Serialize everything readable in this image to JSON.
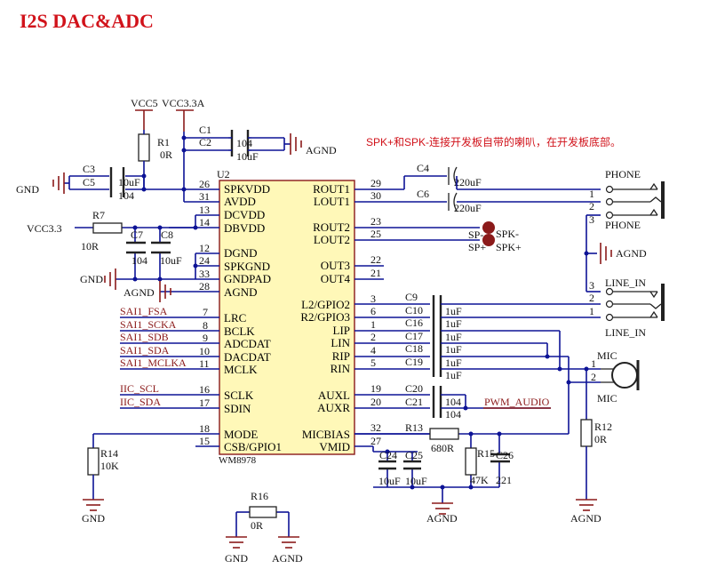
{
  "title": "I2S DAC&ADC",
  "note": "SPK+和SPK-连接开发板自带的喇叭，在开发板底部。",
  "colors": {
    "title": "#d1121a",
    "wire": "#0d1396",
    "label": "#8b1a1a",
    "chip_fill": "#fff8b8"
  },
  "chip": {
    "ref": "U2",
    "part": "WM8978",
    "left_pins": [
      {
        "num": "26",
        "name": "SPKVDD"
      },
      {
        "num": "31",
        "name": "AVDD"
      },
      {
        "num": "13",
        "name": "DCVDD"
      },
      {
        "num": "14",
        "name": "DBVDD"
      },
      {
        "num": "12",
        "name": "DGND"
      },
      {
        "num": "24",
        "name": "SPKGND"
      },
      {
        "num": "33",
        "name": "GNDPAD"
      },
      {
        "num": "28",
        "name": "AGND"
      },
      {
        "num": "7",
        "name": "LRC"
      },
      {
        "num": "8",
        "name": "BCLK"
      },
      {
        "num": "9",
        "name": "ADCDAT"
      },
      {
        "num": "10",
        "name": "DACDAT"
      },
      {
        "num": "11",
        "name": "MCLK"
      },
      {
        "num": "16",
        "name": "SCLK"
      },
      {
        "num": "17",
        "name": "SDIN"
      },
      {
        "num": "18",
        "name": "MODE"
      },
      {
        "num": "15",
        "name": "CSB/GPIO1"
      }
    ],
    "right_pins": [
      {
        "num": "29",
        "name": "ROUT1"
      },
      {
        "num": "30",
        "name": "LOUT1"
      },
      {
        "num": "23",
        "name": "ROUT2"
      },
      {
        "num": "25",
        "name": "LOUT2"
      },
      {
        "num": "22",
        "name": "OUT3"
      },
      {
        "num": "21",
        "name": "OUT4"
      },
      {
        "num": "3",
        "name": "L2/GPIO2"
      },
      {
        "num": "6",
        "name": "R2/GPIO3"
      },
      {
        "num": "1",
        "name": "LIP"
      },
      {
        "num": "2",
        "name": "LIN"
      },
      {
        "num": "4",
        "name": "RIP"
      },
      {
        "num": "5",
        "name": "RIN"
      },
      {
        "num": "19",
        "name": "AUXL"
      },
      {
        "num": "20",
        "name": "AUXR"
      },
      {
        "num": "32",
        "name": "MICBIAS"
      },
      {
        "num": "27",
        "name": "VMID"
      }
    ]
  },
  "nets": {
    "vcc5": "VCC5",
    "vcc33a": "VCC3.3A",
    "vcc33": "VCC3.3",
    "gnd": "GND",
    "agnd": "AGND",
    "sai_lines": [
      "SAI1_FSA",
      "SAI1_SCKA",
      "SAI1_SDB",
      "SAI1_SDA",
      "SAI1_MCLKA"
    ],
    "iic_lines": [
      "IIC_SCL",
      "IIC_SDA"
    ],
    "pwm": "PWM_AUDIO",
    "sp_minus": "SP-",
    "sp_plus": "SP+",
    "spk_minus": "SPK-",
    "spk_plus": "SPK+"
  },
  "components": {
    "c1": {
      "ref": "C1",
      "val": "104"
    },
    "c2": {
      "ref": "C2",
      "val": "10uF"
    },
    "c3": {
      "ref": "C3",
      "val": "10uF"
    },
    "c5": {
      "ref": "C5",
      "val": "104"
    },
    "c4": {
      "ref": "C4",
      "val": "220uF"
    },
    "c6": {
      "ref": "C6",
      "val": "220uF"
    },
    "c7": {
      "ref": "C7",
      "val": "104"
    },
    "c8": {
      "ref": "C8",
      "val": "10uF"
    },
    "r1": {
      "ref": "R1",
      "val": "0R"
    },
    "r7": {
      "ref": "R7",
      "val": "10R"
    },
    "in_caps": [
      {
        "ref": "C9",
        "val": "1uF"
      },
      {
        "ref": "C10",
        "val": "1uF"
      },
      {
        "ref": "C16",
        "val": "1uF"
      },
      {
        "ref": "C17",
        "val": "1uF"
      },
      {
        "ref": "C18",
        "val": "1uF"
      },
      {
        "ref": "C19",
        "val": "1uF"
      }
    ],
    "c20": {
      "ref": "C20",
      "val": "104"
    },
    "c21": {
      "ref": "C21",
      "val": "104"
    },
    "r13": {
      "ref": "R13",
      "val": "680R"
    },
    "r15": {
      "ref": "R15",
      "val": "47K"
    },
    "c26": {
      "ref": "C26",
      "val": "221"
    },
    "c24": {
      "ref": "C24",
      "val": "10uF"
    },
    "c25": {
      "ref": "C25",
      "val": "10uF"
    },
    "r14": {
      "ref": "R14",
      "val": "10K"
    },
    "r12": {
      "ref": "R12",
      "val": "0R"
    },
    "r16": {
      "ref": "R16",
      "val": "0R"
    }
  },
  "connectors": {
    "phone": {
      "label": "PHONE",
      "pins": [
        "1",
        "2",
        "3"
      ]
    },
    "line_in": {
      "label": "LINE_IN",
      "pins": [
        "3",
        "2",
        "1"
      ]
    },
    "mic": {
      "label": "MIC",
      "pins": [
        "1",
        "2"
      ]
    }
  }
}
